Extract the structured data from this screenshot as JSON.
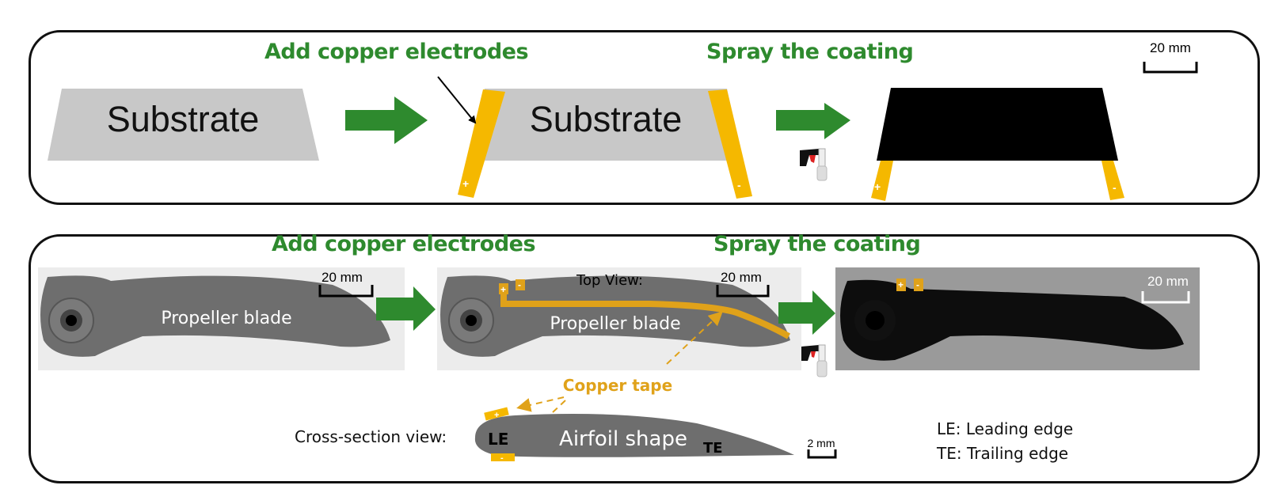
{
  "colors": {
    "green": "#2e8a2e",
    "copper": "#f5b800",
    "copper_dark": "#e0a21a",
    "substrate": "#c8c8c8",
    "coating": "#000000"
  },
  "top_panel": {
    "substrate_label_1": "Substrate",
    "substrate_label_2": "Substrate",
    "step1_title": "Add copper electrodes",
    "step2_title": "Spray the coating",
    "scale_bar": "20 mm",
    "electrode_plus": "+",
    "electrode_minus": "-"
  },
  "bottom_panel": {
    "step1_title": "Add copper electrodes",
    "step2_title": "Spray the coating",
    "photo1": {
      "label": "Propeller blade",
      "scale_bar": "20 mm"
    },
    "photo2": {
      "label": "Propeller blade",
      "scale_bar": "20 mm",
      "view_label": "Top View:",
      "plus": "+",
      "minus": "-"
    },
    "photo3": {
      "scale_bar": "20 mm",
      "plus": "+",
      "minus": "-"
    },
    "copper_tape_label": "Copper tape",
    "cross_section": {
      "label": "Cross-section view:",
      "shape_label": "Airfoil shape",
      "le": "LE",
      "te": "TE",
      "scale_bar": "2 mm",
      "plus": "+",
      "minus": "-"
    },
    "legend": [
      "LE: Leading edge",
      "TE: Trailing edge"
    ]
  }
}
